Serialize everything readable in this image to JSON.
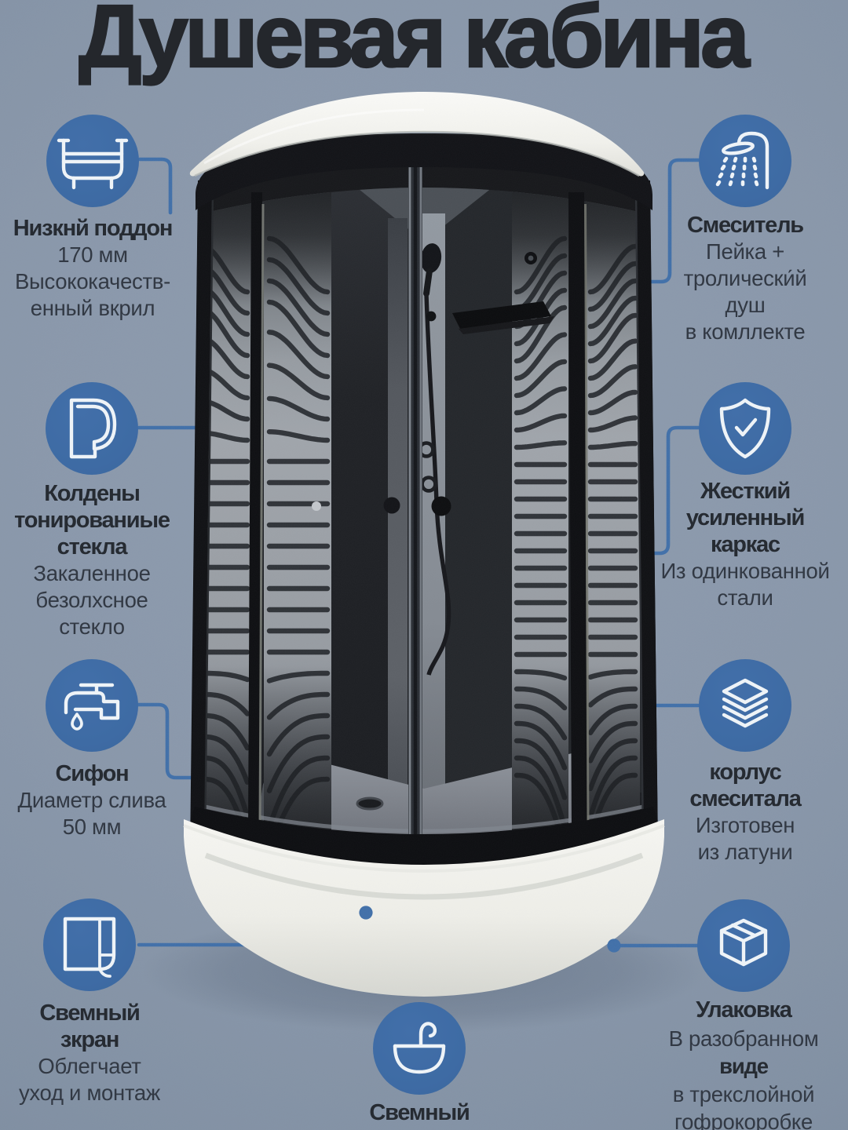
{
  "title": "Душевая кабина",
  "colors": {
    "background": "#8c9aad",
    "badge_blue": "#3d6ba4",
    "connector_blue": "#4170a9",
    "title_color": "#24272c",
    "feature_title_color": "#262b32",
    "feature_text_color": "#323944",
    "roof_white": "#f4f4f0",
    "frame_black": "#131417"
  },
  "features": [
    {
      "id": "low-tray",
      "icon": "tray-icon",
      "title_lines": [
        "Низкнй поддон"
      ],
      "desc_lines": [
        "170 мм",
        "Высококачеств-",
        "енный вкрил"
      ]
    },
    {
      "id": "tinted-glass",
      "icon": "glass-panel-icon",
      "title_lines": [
        "Колдены",
        "тонированиые",
        "стекла"
      ],
      "desc_lines": [
        "Закаленное",
        "безолхсное",
        "стекло"
      ]
    },
    {
      "id": "siphon",
      "icon": "faucet-icon",
      "title_lines": [
        "Сифон"
      ],
      "desc_lines": [
        "Диаметр слива",
        "50 мм"
      ]
    },
    {
      "id": "removable-screen",
      "icon": "screen-icon",
      "title_lines": [
        "Свемный",
        "зкран"
      ],
      "desc_lines": [
        "Облегчает",
        "уход и монтаж"
      ]
    },
    {
      "id": "mixer",
      "icon": "shower-head-icon",
      "title_lines": [
        "Смеситель"
      ],
      "desc_lines": [
        "Пейка +",
        "тролически́й",
        "душ",
        "в комллекте"
      ]
    },
    {
      "id": "rigid-frame",
      "icon": "shield-check-icon",
      "title_lines": [
        "Жесткий",
        "усиленный",
        "каркас"
      ],
      "desc_lines": [
        "Из одинкованной",
        "стали"
      ]
    },
    {
      "id": "mixer-body",
      "icon": "layers-icon",
      "title_lines": [
        "корлус",
        "смеситала"
      ],
      "desc_lines": [
        "Изготовен",
        "из латуни"
      ]
    },
    {
      "id": "packaging",
      "icon": "box-icon",
      "title_lines": [
        "Улаковка"
      ],
      "desc_lines": [
        "В разобранном",
        "виде",
        "в трекслойной",
        "гофрокоробке"
      ]
    },
    {
      "id": "basin",
      "icon": "basin-icon",
      "title_lines": [
        "Свемный"
      ],
      "desc_lines": []
    }
  ]
}
